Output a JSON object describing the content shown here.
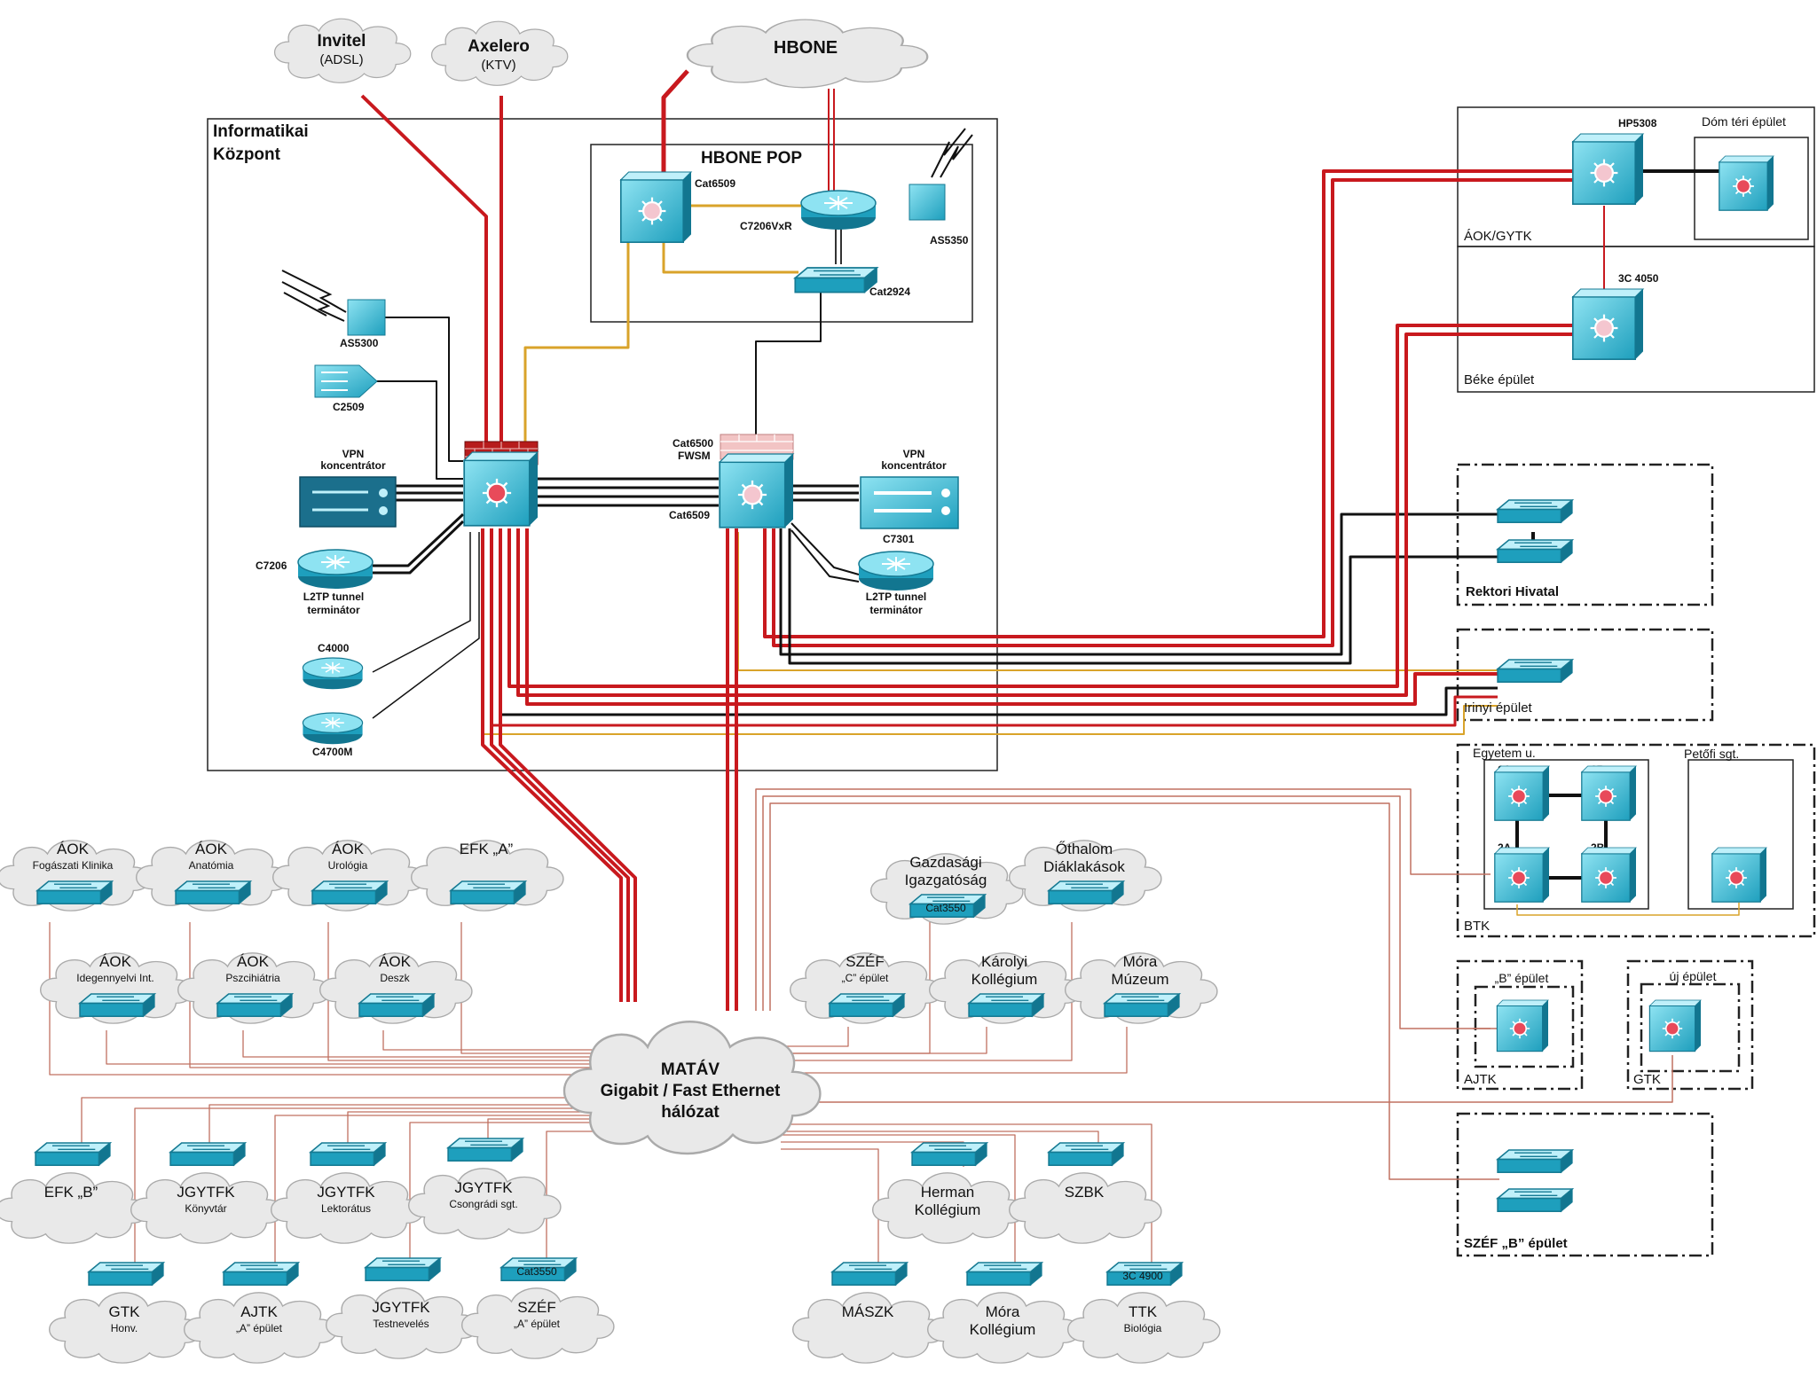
{
  "colors": {
    "red": "#c8191e",
    "black": "#111111",
    "gold": "#d9a32a",
    "thinred": "#c07060",
    "device": "#34bdd8",
    "device_dark": "#157a93",
    "firewall": "#b71c1c",
    "firewall_light": "#f2c4c4",
    "cloud": "#e9e9e9"
  },
  "clouds_top": {
    "invitel": {
      "title": "Invitel",
      "sub": "(ADSL)"
    },
    "axelero": {
      "title": "Axelero",
      "sub": "(KTV)"
    },
    "hbone": {
      "title": "HBONE"
    }
  },
  "center": {
    "title_line1": "Informatikai",
    "title_line2": "Központ",
    "hbone_pop": "HBONE POP",
    "cat6509_top": "Cat6509",
    "c7206vxr": "C7206VxR",
    "as5350": "AS5350",
    "cat2924": "Cat2924",
    "as5300": "AS5300",
    "c2509": "C2509",
    "vpn_left_1": "VPN",
    "vpn_left_2": "koncentrátor",
    "vpn_right_1": "VPN",
    "vpn_right_2": "koncentrátor",
    "c7206": "C7206",
    "l2tp_left_1": "L2TP tunnel",
    "l2tp_left_2": "terminátor",
    "l2tp_right_1": "L2TP tunnel",
    "l2tp_right_2": "terminátor",
    "c4000": "C4000",
    "c4700m": "C4700M",
    "cat6500_1": "Cat6500",
    "cat6500_2": "FWSM",
    "cat6509_mid": "Cat6509",
    "c7301": "C7301"
  },
  "right": {
    "hp5308": "HP5308",
    "dom": "Dóm téri épület",
    "aok_gytk": "ÁOK/GYTK",
    "c3c4050": "3C 4050",
    "beke": "Béke épület",
    "rektori": "Rektori Hivatal",
    "irinyi": "Irinyi épület",
    "egyetem": "Egyetem u.",
    "petofi": "Petőfi sgt.",
    "r1a": "1A",
    "r1b": "1B",
    "r2a": "2A",
    "r2b": "2B",
    "btk": "BTK",
    "b_epulet": "„B” épület",
    "uj_epulet": "új épület",
    "ajtk": "AJTK",
    "gtk": "GTK",
    "szef_b": "SZÉF „B” épület"
  },
  "matav": {
    "line1": "MATÁV",
    "line2": "Gigabit / Fast Ethernet",
    "line3": "hálózat"
  },
  "sites": [
    {
      "title": "ÁOK",
      "sub": "Fogászati Klinika"
    },
    {
      "title": "ÁOK",
      "sub": "Anatómia"
    },
    {
      "title": "ÁOK",
      "sub": "Urológia"
    },
    {
      "title": "EFK „A”",
      "sub": ""
    },
    {
      "title": "ÁOK",
      "sub": "Idegennyelvi Int."
    },
    {
      "title": "ÁOK",
      "sub": "Pszcihiátria"
    },
    {
      "title": "ÁOK",
      "sub": "Deszk"
    },
    {
      "title": "Gazdasági",
      "sub": "Igazgatóság",
      "dev": "Cat3550"
    },
    {
      "title": "Őthalom",
      "sub": "Diáklakások"
    },
    {
      "title": "SZÉF",
      "sub": "„C” épület"
    },
    {
      "title": "Károlyi",
      "sub": "Kollégium"
    },
    {
      "title": "Móra",
      "sub": "Múzeum"
    },
    {
      "title": "EFK „B”",
      "sub": ""
    },
    {
      "title": "JGYTFK",
      "sub": "Könyvtár"
    },
    {
      "title": "JGYTFK",
      "sub": "Lektorátus"
    },
    {
      "title": "JGYTFK",
      "sub": "Csongrádi sgt."
    },
    {
      "title": "Herman",
      "sub": "Kollégium"
    },
    {
      "title": "SZBK",
      "sub": ""
    },
    {
      "title": "GTK",
      "sub": "Honv."
    },
    {
      "title": "AJTK",
      "sub": "„A” épület"
    },
    {
      "title": "JGYTFK",
      "sub": "Testnevelés"
    },
    {
      "title": "SZÉF",
      "sub": "„A” épület",
      "dev": "Cat3550"
    },
    {
      "title": "MÁSZK",
      "sub": ""
    },
    {
      "title": "Móra",
      "sub": "Kollégium"
    },
    {
      "title": "TTK",
      "sub": "Biológia",
      "dev": "3C 4900"
    }
  ]
}
